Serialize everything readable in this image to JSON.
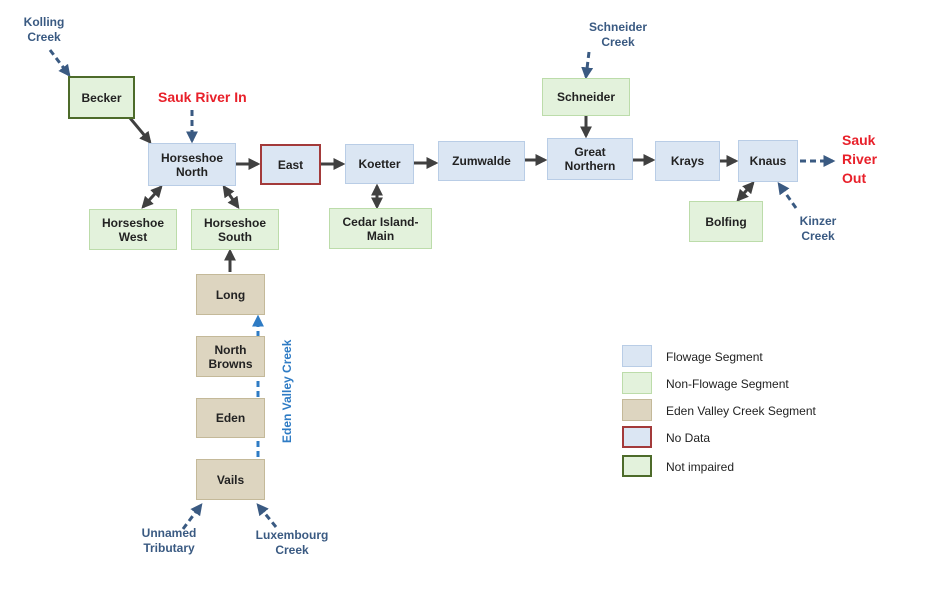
{
  "nodes": {
    "becker": "Becker",
    "horseshoe_north": "Horseshoe\nNorth",
    "horseshoe_west": "Horseshoe\nWest",
    "horseshoe_south": "Horseshoe\nSouth",
    "east": "East",
    "koetter": "Koetter",
    "cedar_island": "Cedar Island-\nMain",
    "zumwalde": "Zumwalde",
    "schneider": "Schneider",
    "great_northern": "Great\nNorthern",
    "krays": "Krays",
    "knaus": "Knaus",
    "bolfing": "Bolfing",
    "long": "Long",
    "north_browns": "North\nBrowns",
    "eden": "Eden",
    "vails": "Vails"
  },
  "sources": {
    "kolling_creek": "Kolling\nCreek",
    "schneider_creek": "Schneider\nCreek",
    "kinzer_creek": "Kinzer\nCreek",
    "unnamed_tributary": "Unnamed\nTributary",
    "luxembourg_creek": "Luxembourg\nCreek",
    "eden_valley_creek": "Eden Valley Creek",
    "sauk_river_in": "Sauk River In",
    "sauk_river_out": "Sauk\nRiver\nOut"
  },
  "legend": [
    {
      "label": "Flowage Segment",
      "kind": "flow"
    },
    {
      "label": "Non-Flowage Segment",
      "kind": "nonflow"
    },
    {
      "label": "Eden Valley Creek Segment",
      "kind": "eden"
    },
    {
      "label": "No Data",
      "kind": "nodata"
    },
    {
      "label": "Not impaired",
      "kind": "notimp"
    }
  ],
  "colors": {
    "flowage": "#dbe6f3",
    "non_flowage": "#e3f2dc",
    "eden_valley": "#ddd5c0",
    "no_data_border": "#a33a3a",
    "not_impaired_border": "#4d6b2a",
    "arrow": "#404040",
    "source_arrow": "#3a5a82",
    "eden_creek_arrow": "#2e7bc4",
    "river_label": "#e8202a"
  }
}
